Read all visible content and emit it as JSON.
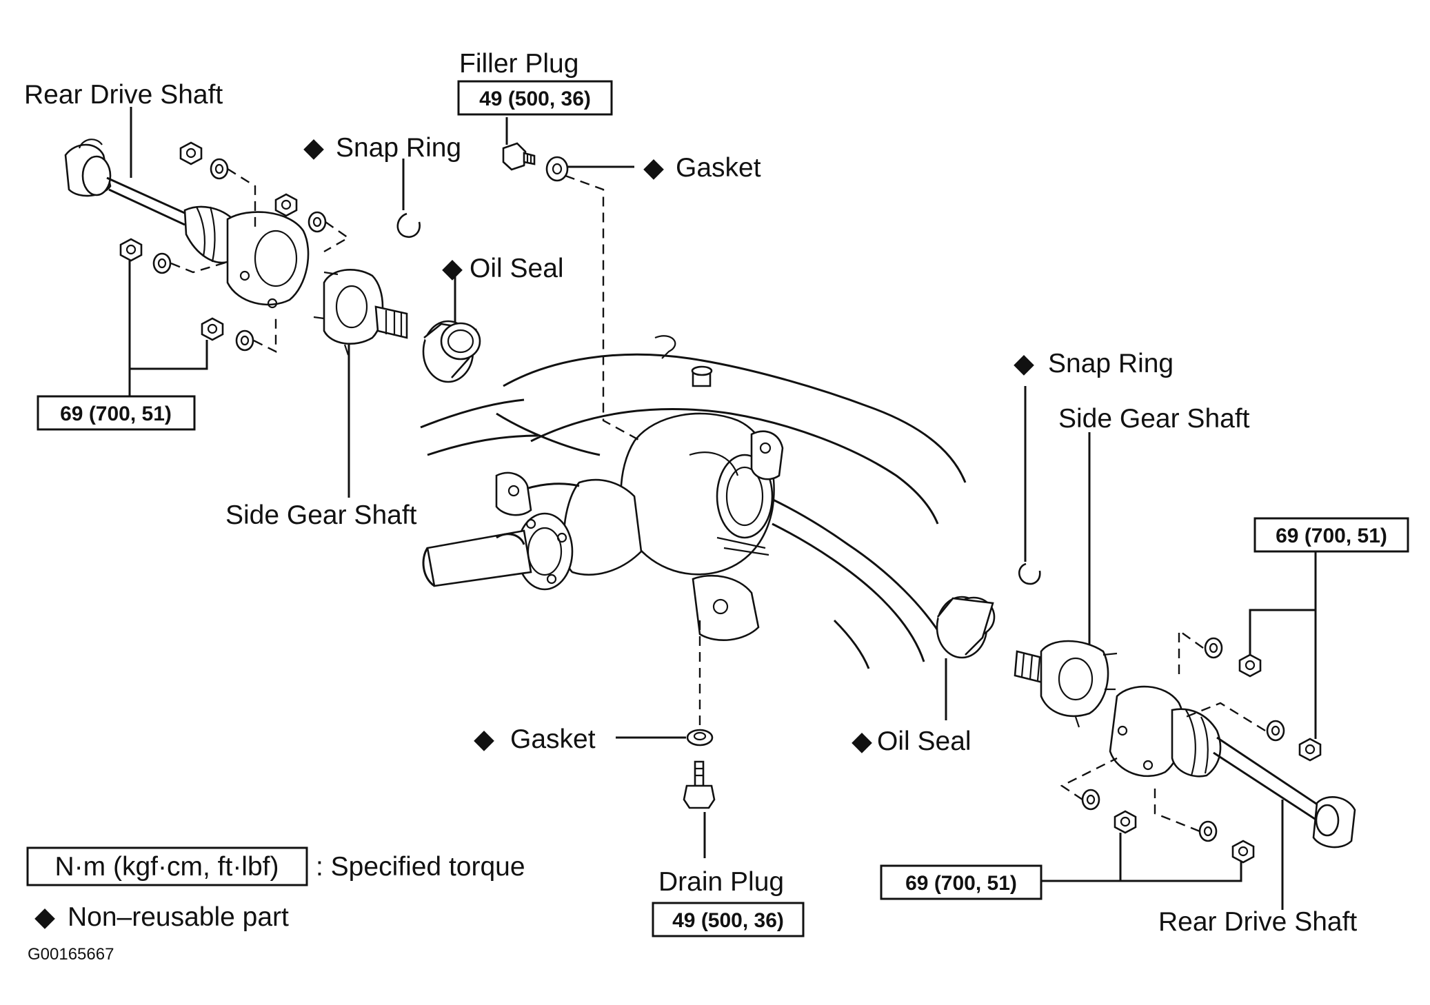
{
  "labels": {
    "rear_drive_shaft_left": "Rear Drive Shaft",
    "rear_drive_shaft_right": "Rear Drive Shaft",
    "filler_plug": "Filler Plug",
    "snap_ring_left": "Snap Ring",
    "snap_ring_right": "Snap Ring",
    "gasket_top": "Gasket",
    "gasket_bottom": "Gasket",
    "oil_seal_left": "Oil Seal",
    "oil_seal_right": "Oil Seal",
    "side_gear_shaft_left": "Side Gear Shaft",
    "side_gear_shaft_right": "Side Gear Shaft",
    "drain_plug": "Drain Plug",
    "diamond": "◆"
  },
  "torques": {
    "filler_plug": "49 (500, 36)",
    "drain_plug": "49 (500, 36)",
    "left_shaft_nuts": "69 (700, 51)",
    "right_shaft_nuts_upper": "69 (700, 51)",
    "right_shaft_nuts_lower": "69 (700, 51)"
  },
  "legend": {
    "torque_box": "N·m (kgf·cm, ft·lbf)",
    "torque_desc": ": Specified torque",
    "non_reusable": "Non–reusable part"
  },
  "figure_id": "G00165667"
}
